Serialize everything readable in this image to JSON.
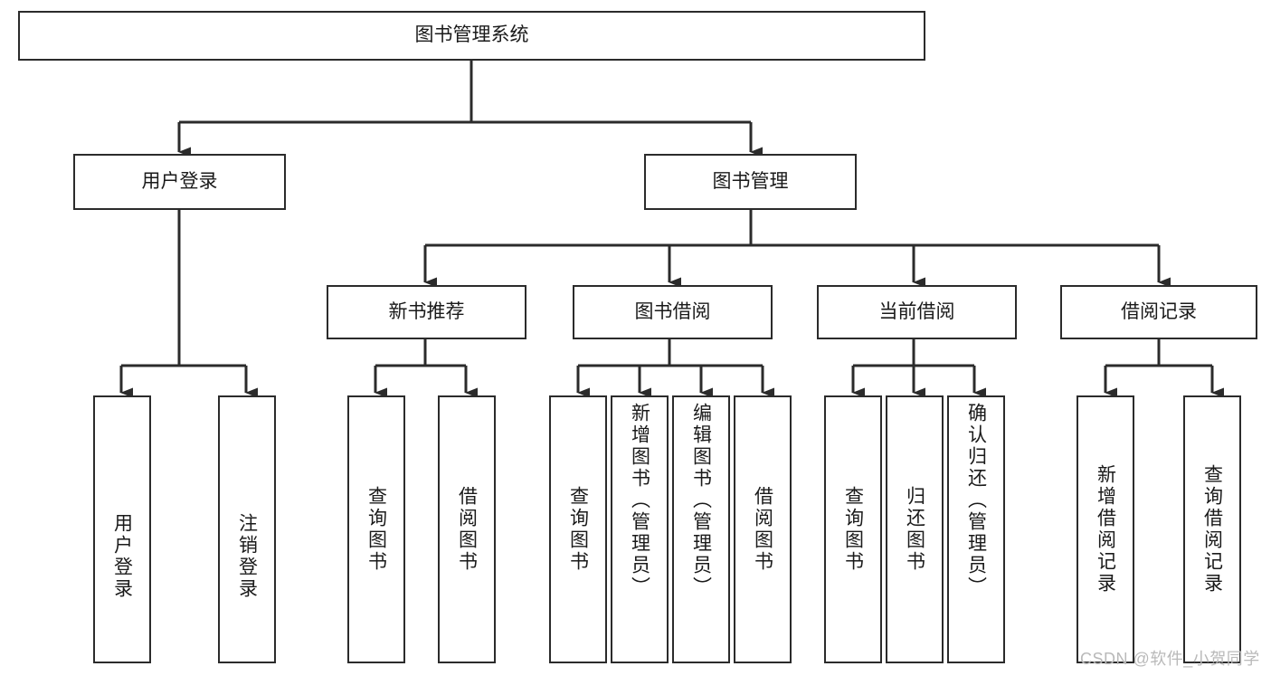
{
  "diagram": {
    "title": "图书管理系统",
    "type": "tree-hierarchy",
    "watermark": "CSDN @软件_小贺同学",
    "colors": {
      "stroke": "#2b2b2b",
      "fill": "#ffffff",
      "text": "#1a1a1a",
      "watermark": "#b9b9b9"
    },
    "nodes": {
      "root": {
        "label": "图书管理系统"
      },
      "level2": [
        {
          "id": "user-login",
          "label": "用户登录"
        },
        {
          "id": "book-manage",
          "label": "图书管理"
        }
      ],
      "level3": [
        {
          "id": "new-book-recommend",
          "label": "新书推荐"
        },
        {
          "id": "book-borrow",
          "label": "图书借阅"
        },
        {
          "id": "current-borrow",
          "label": "当前借阅"
        },
        {
          "id": "borrow-record",
          "label": "借阅记录"
        }
      ],
      "leaves": {
        "user_login": [
          {
            "id": "leaf-user-login",
            "label": "用户登录"
          },
          {
            "id": "leaf-logout-login",
            "label": "注销登录"
          }
        ],
        "new_book_recommend": [
          {
            "id": "leaf-query-book-1",
            "label": "查询图书"
          },
          {
            "id": "leaf-borrow-book-1",
            "label": "借阅图书"
          }
        ],
        "book_borrow": [
          {
            "id": "leaf-query-book-2",
            "label": "查询图书"
          },
          {
            "id": "leaf-add-book-admin",
            "label": "新增图书（管理员）"
          },
          {
            "id": "leaf-edit-book-admin",
            "label": "编辑图书（管理员）"
          },
          {
            "id": "leaf-borrow-book-2",
            "label": "借阅图书"
          }
        ],
        "current_borrow": [
          {
            "id": "leaf-query-book-3",
            "label": "查询图书"
          },
          {
            "id": "leaf-return-book",
            "label": "归还图书"
          },
          {
            "id": "leaf-confirm-return-admin",
            "label": "确认归还（管理员）"
          }
        ],
        "borrow_record": [
          {
            "id": "leaf-add-borrow-record",
            "label": "新增借阅记录"
          },
          {
            "id": "leaf-query-borrow-record",
            "label": "查询借阅记录"
          }
        ]
      }
    }
  }
}
